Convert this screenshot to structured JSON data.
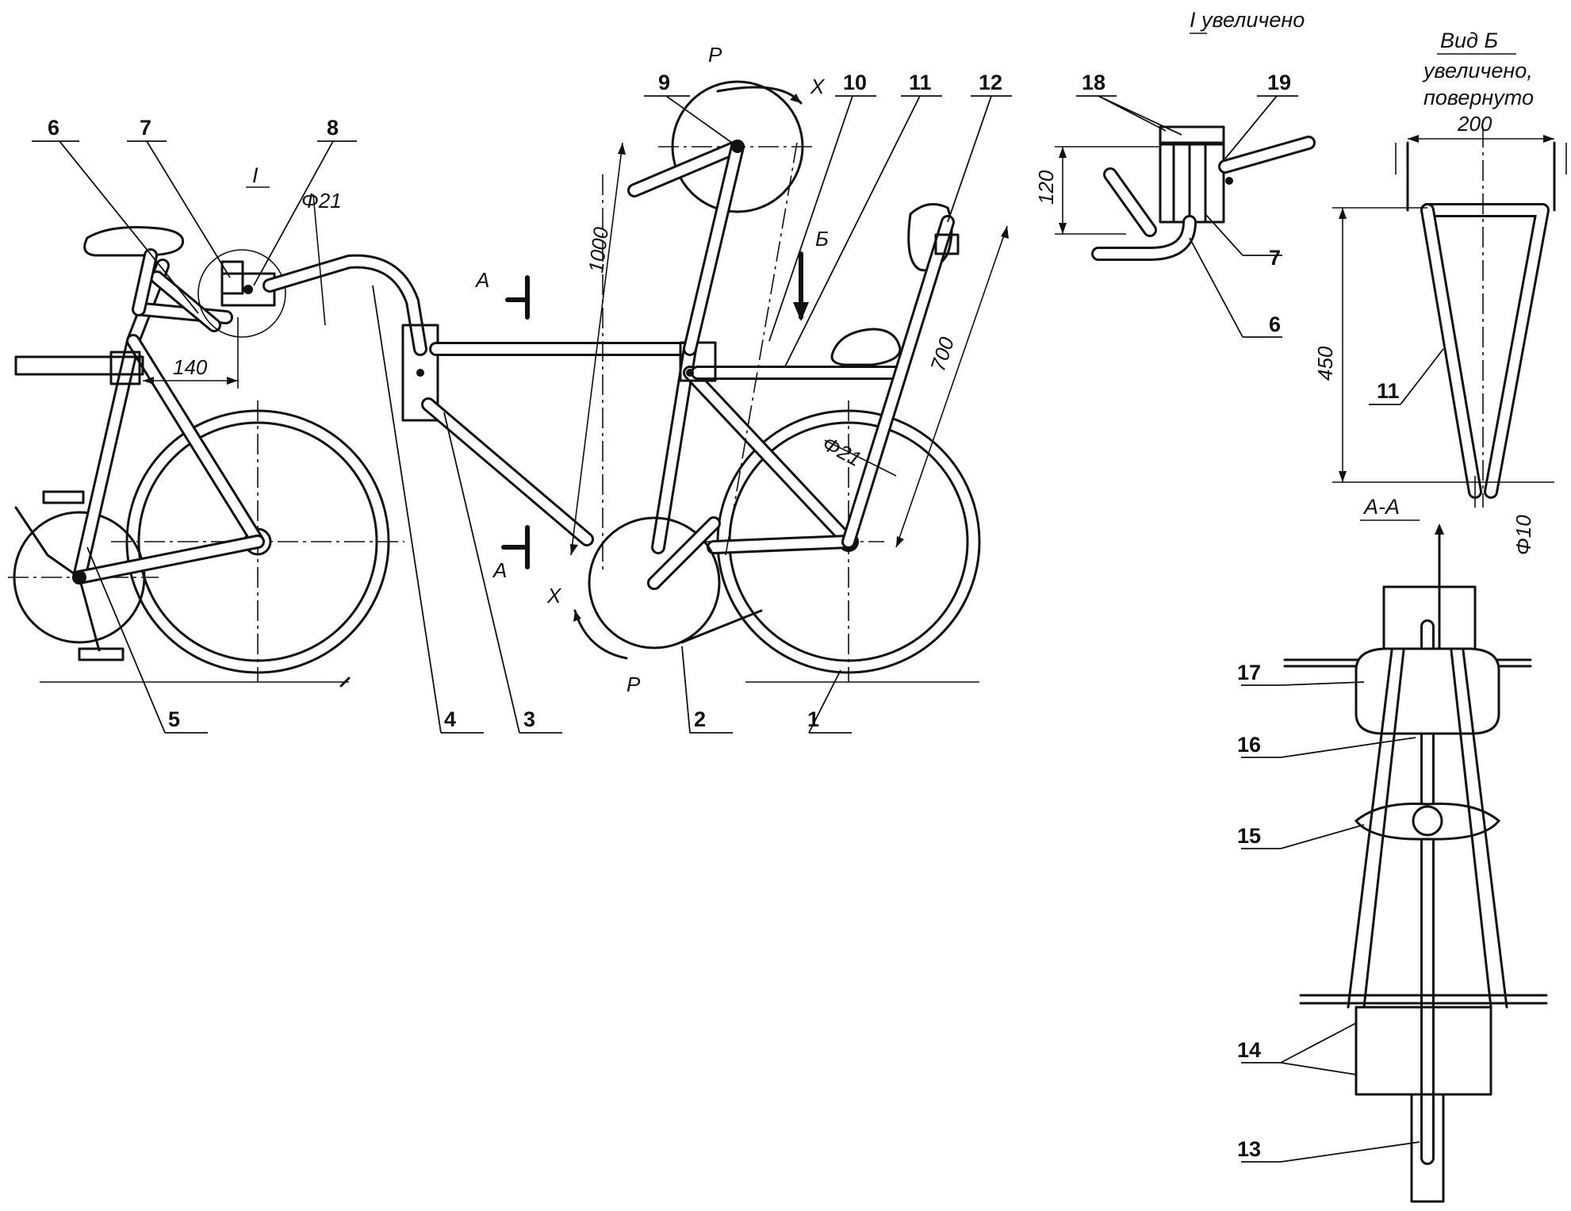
{
  "callouts": {
    "n1": "1",
    "n2": "2",
    "n3": "3",
    "n4": "4",
    "n5": "5",
    "n6": "6",
    "n7": "7",
    "n8": "8",
    "n9": "9",
    "n10": "10",
    "n11": "11",
    "n12": "12",
    "n13": "13",
    "n14": "14",
    "n15": "15",
    "n16": "16",
    "n17": "17",
    "n18": "18",
    "n19": "19",
    "d_n6": "6",
    "d_n7": "7",
    "v_n11": "11"
  },
  "dimensions": {
    "d140": "140",
    "phi21_top": "Φ21",
    "phi21_rear": "Φ21",
    "d1000": "1000",
    "d700": "700",
    "d120": "120",
    "d200": "200",
    "d450": "450",
    "phi10": "Φ10"
  },
  "labels": {
    "detail_marker": "I",
    "detail_title": "I  увеличено",
    "view_b_line1": "Вид Б",
    "view_b_line2": "увеличено,",
    "view_b_line3": "повернуто",
    "section": "А-А",
    "arrow_a_top": "А",
    "arrow_a_bottom": "А",
    "arrow_b": "Б",
    "p_top": "Р",
    "x_top": "Х",
    "p_bottom": "Р",
    "x_bottom": "Х"
  }
}
